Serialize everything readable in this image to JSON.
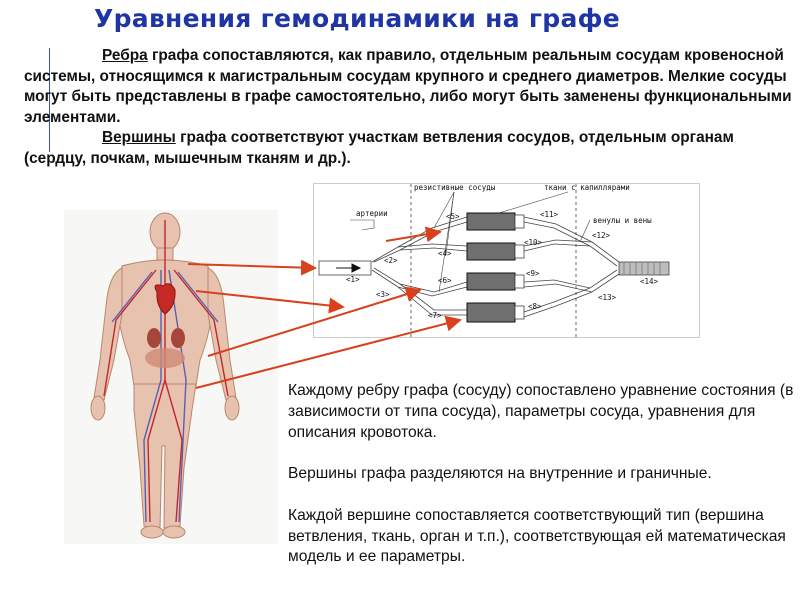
{
  "title": "Уравнения гемодинамики на графе",
  "intro": {
    "p1_term": "Ребра",
    "p1_rest": " графа сопоставляются, как правило, отдельным реальным сосудам кровеносной системы, относящимся к магистральным сосудам крупного и среднего диаметров. Мелкие сосуды могут быть представлены в графе самостоятельно, либо могут быть заменены функциональными элементами.",
    "p2_term": "Вершины",
    "p2_rest": " графа соответствуют участкам ветвления сосудов, отдельным органам (сердцу, почкам, мышечным тканям и др.)."
  },
  "diagram": {
    "label_arteries": "артерии",
    "label_resistive": "резистивные сосуды",
    "label_tissues": "ткани с капиллярами",
    "label_venules": "венулы и вены",
    "nodes": [
      "<1>",
      "<2>",
      "<3>",
      "<4>",
      "<5>",
      "<6>",
      "<7>",
      "<8>",
      "<9>",
      "<10>",
      "<11>",
      "<12>",
      "<13>",
      "<14>"
    ]
  },
  "info": {
    "p1": "Каждому ребру графа (сосуду) сопоставлено уравнение состояния (в зависимости от типа сосуда), параметры сосуда, уравнения для описания кровотока.",
    "p2": "Вершины графа разделяются на внутренние и граничные.",
    "p3": "Каждой вершине сопоставляется соответствующий тип (вершина ветвления, ткань, орган и т.п.), соответствующая ей математическая модель и  ее параметры."
  },
  "colors": {
    "title": "#1f35a6",
    "arrows": "#d9401c",
    "tissue_block": "#6f6f6f"
  }
}
